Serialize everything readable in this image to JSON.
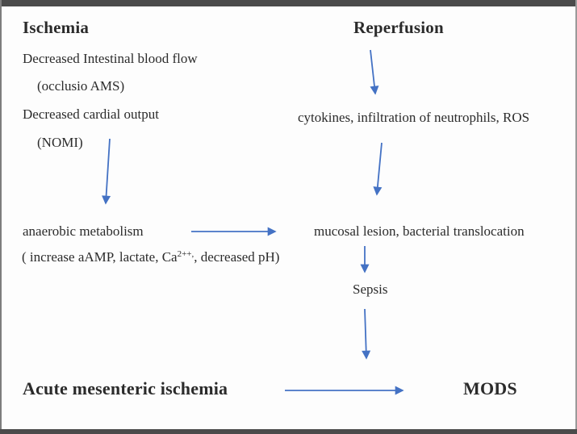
{
  "colors": {
    "arrow": "#4472C4",
    "text": "#2b2b2b"
  },
  "left_column": {
    "heading": "Ischemia",
    "line1": "Decreased Intestinal blood flow",
    "line2": "(occlusio AMS)",
    "line3": "Decreased cardial output",
    "line4": "(NOMI)",
    "anaerobic": "anaerobic metabolism",
    "increase_prefix": "( increase aAMP, lactate, Ca",
    "increase_sup": "2++,",
    "increase_suffix": ", decreased pH)"
  },
  "right_column": {
    "heading": "Reperfusion",
    "cytokines": "cytokines, infiltration of neutrophils, ROS",
    "mucosal": "mucosal lesion, bacterial translocation",
    "sepsis": "Sepsis"
  },
  "bottom_row": {
    "left_label": "Acute mesenteric ischemia",
    "right_label": "MODS"
  }
}
